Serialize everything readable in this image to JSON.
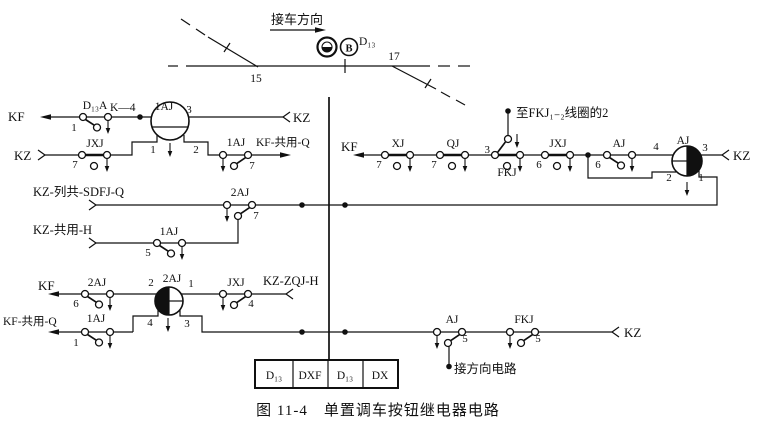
{
  "figure_caption": "图 11-4　单置调车按钮继电器电路",
  "track": {
    "direction_label": "接车方向",
    "turnout_left": "15",
    "turnout_right": "17",
    "signal_label": "D₁₃",
    "button_label": "B"
  },
  "wires": {
    "kf": "KF",
    "kz": "KZ",
    "k4": "K—4",
    "kf_common_q": "KF-共用-Q",
    "kz_train_common": "KZ-列共-SDFJ-Q",
    "kz_common_h": "KZ-共用-H",
    "kz_zqj_h": "KZ-ZQJ-H",
    "to_fkj_coil": "至FKJ₁₋₂线圈的2",
    "to_direction_circuit": "接方向电路"
  },
  "relays": {
    "aj1": {
      "name": "1AJ",
      "pin1": "1",
      "pin2": "2",
      "pin3": "3"
    },
    "aj2": {
      "name": "2AJ",
      "pin1": "1",
      "pin2": "2",
      "pin3": "3",
      "pin4": "4"
    },
    "aj": {
      "name": "AJ",
      "pin1": "1",
      "pin2": "2",
      "pin3": "3",
      "pin4": "4"
    }
  },
  "contacts": {
    "d13a": {
      "name": "D₁₃A",
      "pin": "1"
    },
    "jxj7": {
      "name": "JXJ",
      "pin": "7"
    },
    "aj1_7": {
      "name": "1AJ",
      "pin": "7"
    },
    "aj2_7": {
      "name": "2AJ",
      "pin": "7"
    },
    "aj1_5": {
      "name": "1AJ",
      "pin": "5"
    },
    "aj2_6": {
      "name": "2AJ",
      "pin": "6"
    },
    "jxj4": {
      "name": "JXJ",
      "pin": "4"
    },
    "aj1_1": {
      "name": "1AJ",
      "pin": "1"
    },
    "xj7": {
      "name": "XJ",
      "pin": "7"
    },
    "qj7": {
      "name": "QJ",
      "pin": "7"
    },
    "fkj3": {
      "name": "FKJ",
      "pin": "3"
    },
    "jxj6": {
      "name": "JXJ",
      "pin": "6"
    },
    "aj6": {
      "name": "AJ",
      "pin": "6"
    },
    "aj5": {
      "name": "AJ",
      "pin": "5"
    },
    "fkj5": {
      "name": "FKJ",
      "pin": "5"
    }
  },
  "terminal_box": {
    "cells": [
      "D₁₃",
      "DXF",
      "D₁₃",
      "DX"
    ]
  }
}
